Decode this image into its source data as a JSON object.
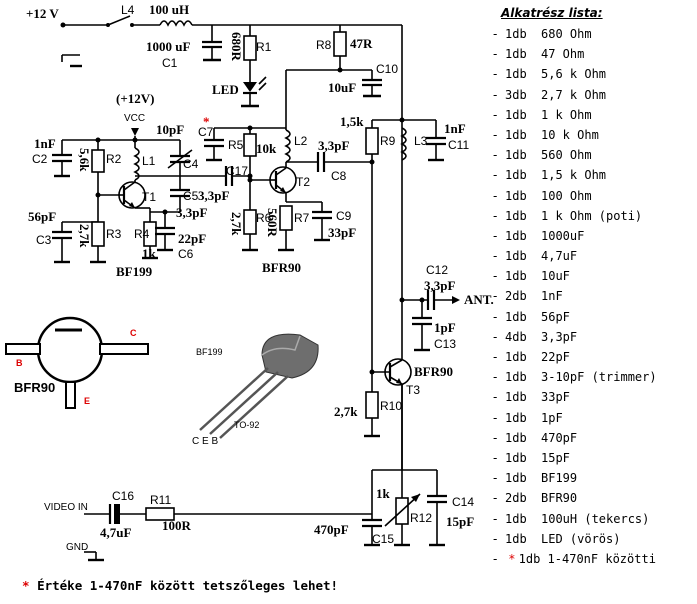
{
  "supply": {
    "label": "+12 V",
    "vcc_label": "(+12V)",
    "vcc_pin": "VCC"
  },
  "components": {
    "L4": "L4",
    "L4_val": "100 uH",
    "C1": "C1",
    "C1_val": "1000 uF",
    "R1": "R1",
    "R1_val": "680R",
    "LED": "LED",
    "R8": "R8",
    "R8_val": "47R",
    "C10": "C10",
    "C10_val": "10uF",
    "C2": "C2",
    "C2_val": "1nF",
    "R2": "R2",
    "R2_val": "5,6k",
    "L1": "L1",
    "C4": "C4",
    "C4_val": "10pF",
    "C7": "C7",
    "C7_star": "*",
    "R5": "R5",
    "L2": "L2",
    "L2_val": "10k",
    "C17": "C17",
    "C17_val": "3,3pF",
    "C5": "C5",
    "C5_val": "3,3pF",
    "T1": "T1",
    "T2": "T2",
    "C8": "C8",
    "C8_val": "3,3pF",
    "R9": "R9",
    "R9_val": "1,5k",
    "L3": "L3",
    "C11": "C11",
    "C11_val": "1nF",
    "C3": "C3",
    "C3_val": "56pF",
    "R3": "R3",
    "R3_val": "2,7k",
    "R4": "R4",
    "R4_val": "1k",
    "C6": "C6",
    "C6_val": "22pF",
    "R6": "R6",
    "R6_val": "2,7k",
    "R7": "R7",
    "R7_val": "560R",
    "C9": "C9",
    "C9_val": "33pF",
    "T1_type": "BF199",
    "T2_type": "BFR90",
    "C12": "C12",
    "C12_val": "3,3pF",
    "ANT": "ANT.",
    "C13": "C13",
    "C13_val": "1pF",
    "T3": "T3",
    "T3_type": "BFR90",
    "R10": "R10",
    "R10_val": "2,7k",
    "C16": "C16",
    "C16_val": "4,7uF",
    "R11": "R11",
    "R11_val": "100R",
    "R12": "R12",
    "R12_val": "1k",
    "C14": "C14",
    "C14_val": "15pF",
    "C15": "C15",
    "C15_val": "470pF",
    "video_in": "VIDEO IN",
    "gnd": "GND"
  },
  "pinouts": {
    "bfr90_name": "BFR90",
    "bfr90_b": "B",
    "bfr90_c": "C",
    "bfr90_e": "E",
    "bf199_name": "BF199",
    "bf199_pins": "C E B",
    "bf199_package": "TO-92"
  },
  "parts_list": {
    "title": "Alkatrész lista:",
    "items": [
      {
        "qty": "1db",
        "desc": "680 Ohm"
      },
      {
        "qty": "1db",
        "desc": "47 Ohm"
      },
      {
        "qty": "1db",
        "desc": "5,6 k Ohm"
      },
      {
        "qty": "3db",
        "desc": "2,7 k Ohm"
      },
      {
        "qty": "1db",
        "desc": "1 k Ohm"
      },
      {
        "qty": "1db",
        "desc": "10 k Ohm"
      },
      {
        "qty": "1db",
        "desc": "560 Ohm"
      },
      {
        "qty": "1db",
        "desc": "1,5 k Ohm"
      },
      {
        "qty": "1db",
        "desc": "100 Ohm"
      },
      {
        "qty": "1db",
        "desc": "1 k Ohm (poti)"
      },
      {
        "qty": "1db",
        "desc": "1000uF"
      },
      {
        "qty": "1db",
        "desc": "4,7uF"
      },
      {
        "qty": "1db",
        "desc": "10uF"
      },
      {
        "qty": "2db",
        "desc": "1nF"
      },
      {
        "qty": "1db",
        "desc": "56pF"
      },
      {
        "qty": "4db",
        "desc": "3,3pF"
      },
      {
        "qty": "1db",
        "desc": "22pF"
      },
      {
        "qty": "1db",
        "desc": "3-10pF (trimmer)"
      },
      {
        "qty": "1db",
        "desc": "33pF"
      },
      {
        "qty": "1db",
        "desc": "1pF"
      },
      {
        "qty": "1db",
        "desc": "470pF"
      },
      {
        "qty": "1db",
        "desc": "15pF"
      },
      {
        "qty": "1db",
        "desc": "BF199"
      },
      {
        "qty": "2db",
        "desc": "BFR90"
      },
      {
        "qty": "1db",
        "desc": "100uH (tekercs)"
      },
      {
        "qty": "1db",
        "desc": "LED (vörös)"
      }
    ],
    "last_star": "*",
    "last_item": "1db  1-470nF közötti"
  },
  "footnote": {
    "star": "*",
    "text": "Értéke 1-470nF között tetszőleges lehet!"
  },
  "colors": {
    "ink": "#000000",
    "accent_red": "#dd0000"
  }
}
